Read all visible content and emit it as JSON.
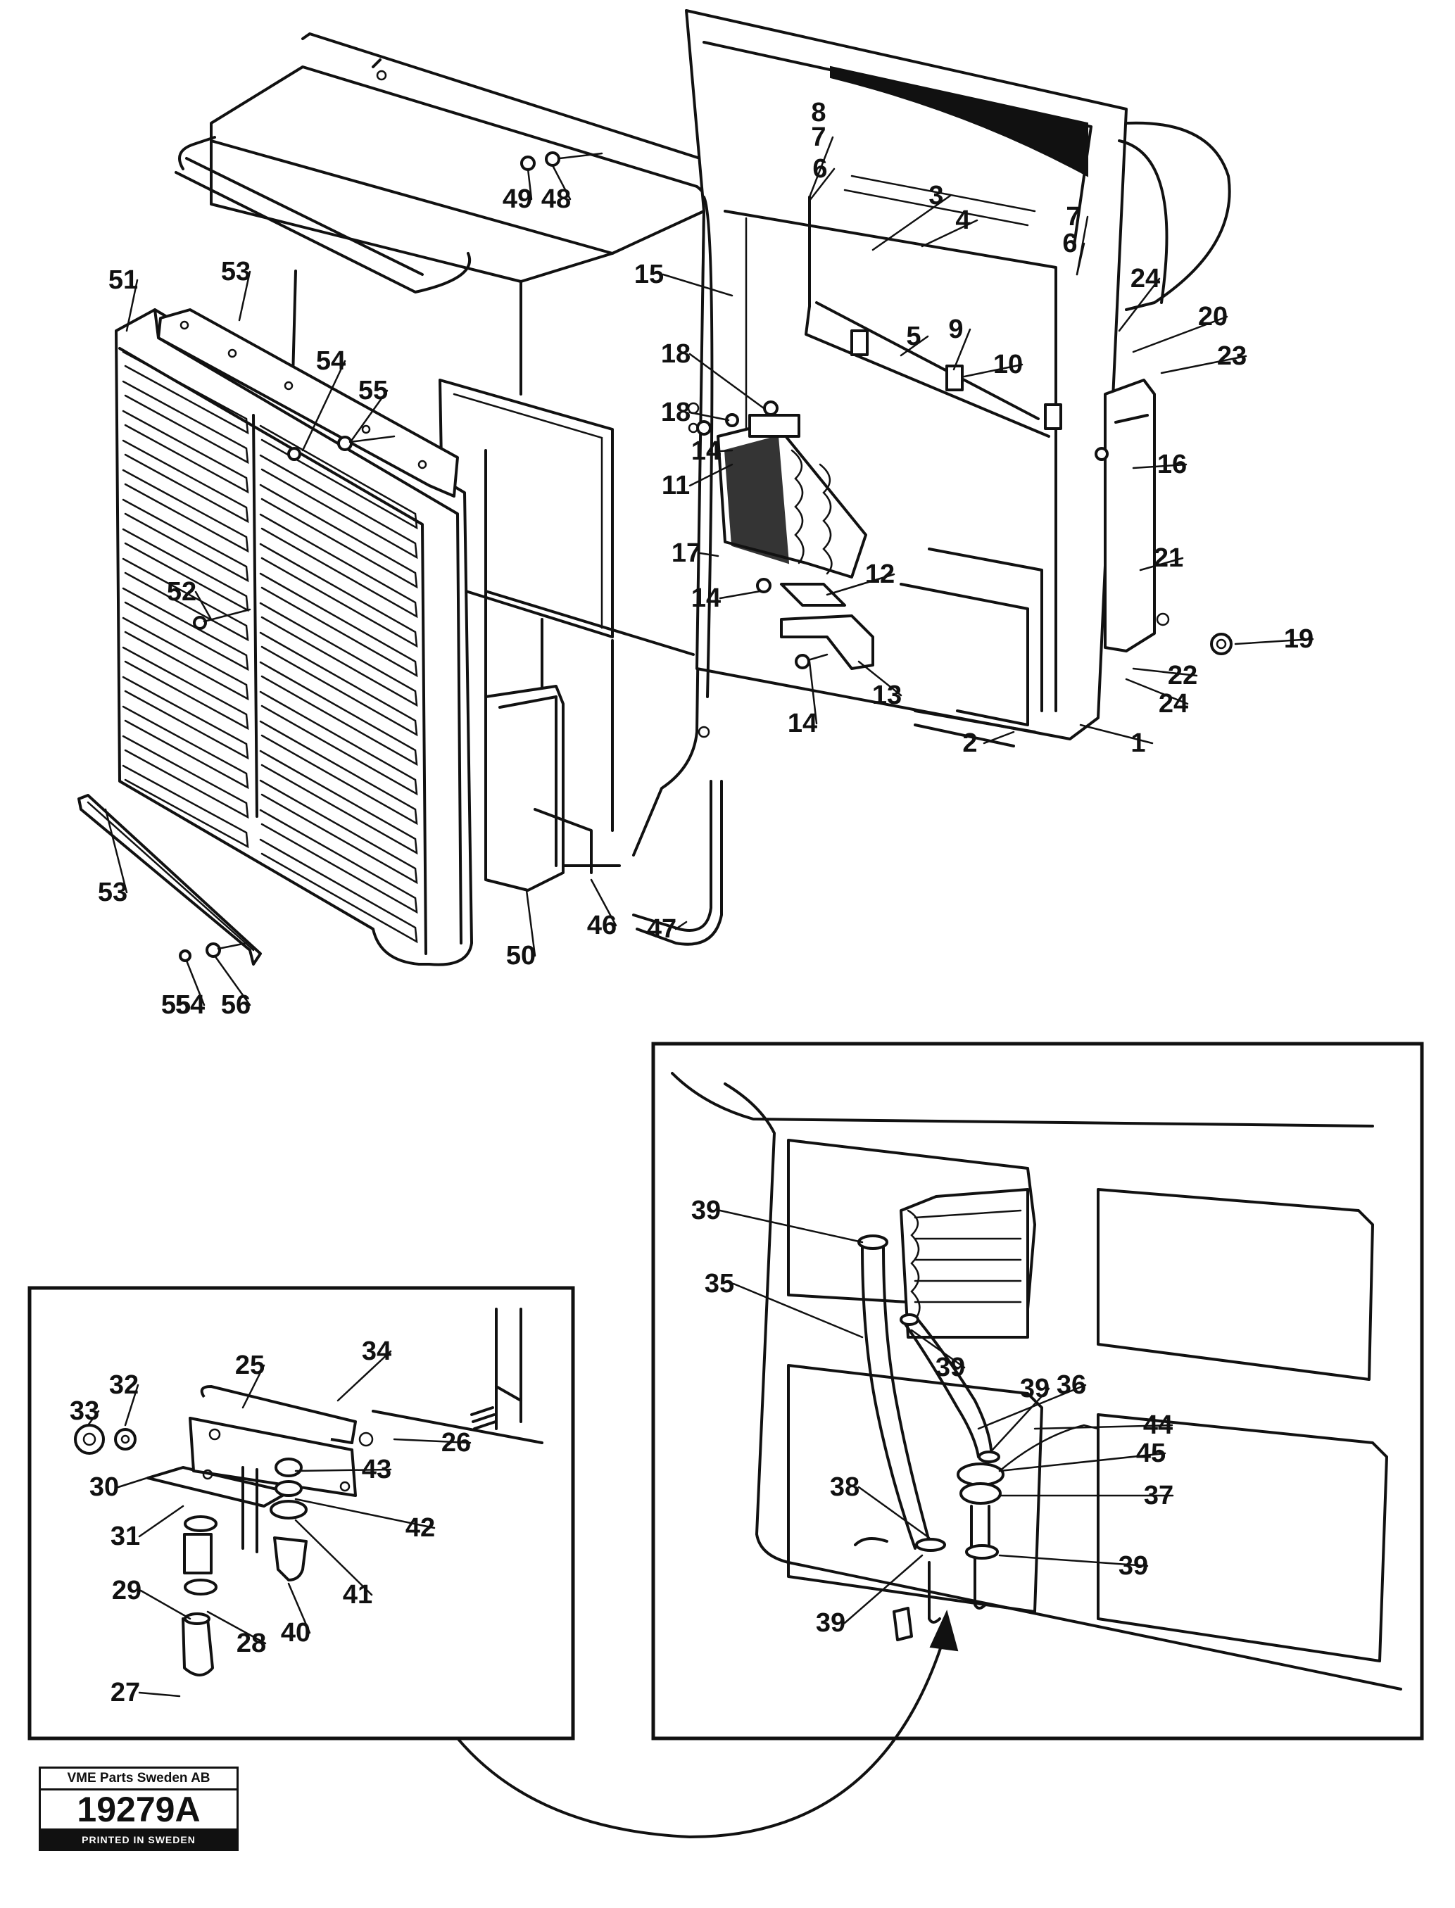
{
  "diagram": {
    "callouts": [
      "1",
      "2",
      "3",
      "4",
      "5",
      "6",
      "6",
      "7",
      "7",
      "8",
      "9",
      "10",
      "11",
      "12",
      "13",
      "14",
      "14",
      "14",
      "14",
      "15",
      "16",
      "17",
      "18",
      "18",
      "19",
      "20",
      "21",
      "22",
      "23",
      "24",
      "24",
      "25",
      "26",
      "27",
      "28",
      "29",
      "30",
      "31",
      "32",
      "33",
      "34",
      "35",
      "36",
      "37",
      "38",
      "39",
      "39",
      "39",
      "39",
      "39",
      "39",
      "40",
      "41",
      "42",
      "43",
      "44",
      "45",
      "46",
      "47",
      "48",
      "49",
      "50",
      "51",
      "52",
      "53",
      "53",
      "54",
      "54",
      "55",
      "55",
      "56"
    ]
  },
  "stamp": {
    "company": "VME Parts Sweden AB",
    "number": "19279A",
    "printed": "PRINTED IN SWEDEN"
  }
}
